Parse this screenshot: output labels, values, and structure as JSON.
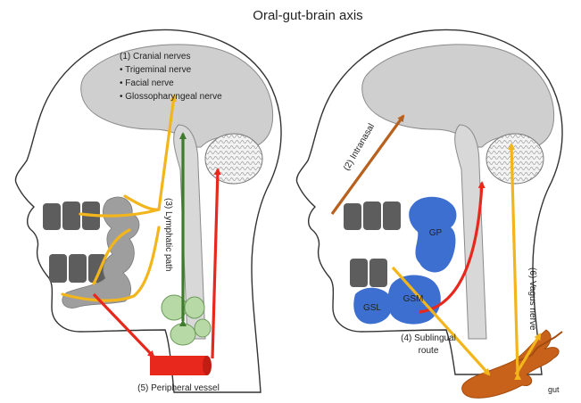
{
  "title": "Oral-gut-brain axis",
  "left_panel": {
    "cranial_nerves": {
      "heading": "(1) Cranial nerves",
      "items": [
        "• Trigeminal nerve",
        "• Facial nerve",
        "• Glossopharyngeal nerve"
      ]
    },
    "lymphatic_label": "(3) Lymphatic path",
    "peripheral_label": "(5) Peripheral vessel"
  },
  "right_panel": {
    "intranasal_label": "(2) Intranasal",
    "sublingual_label_line1": "(4) Sublingual",
    "sublingual_label_line2": "route",
    "vagus_label": "(6) Vagus nerve",
    "gland_labels": {
      "gp": "GP",
      "gsm": "GSM",
      "gsl": "GSL"
    },
    "gut_label": "gut"
  },
  "colors": {
    "yellow": "#f3b51c",
    "red": "#e8281d",
    "green": "#3f7b2c",
    "brown": "#b8611f",
    "blue": "#3d6fd0",
    "gut": "#c8621a",
    "brain": "#cfcfcf",
    "teeth": "#5d5d5d",
    "lymph": "#b7d9a6"
  }
}
